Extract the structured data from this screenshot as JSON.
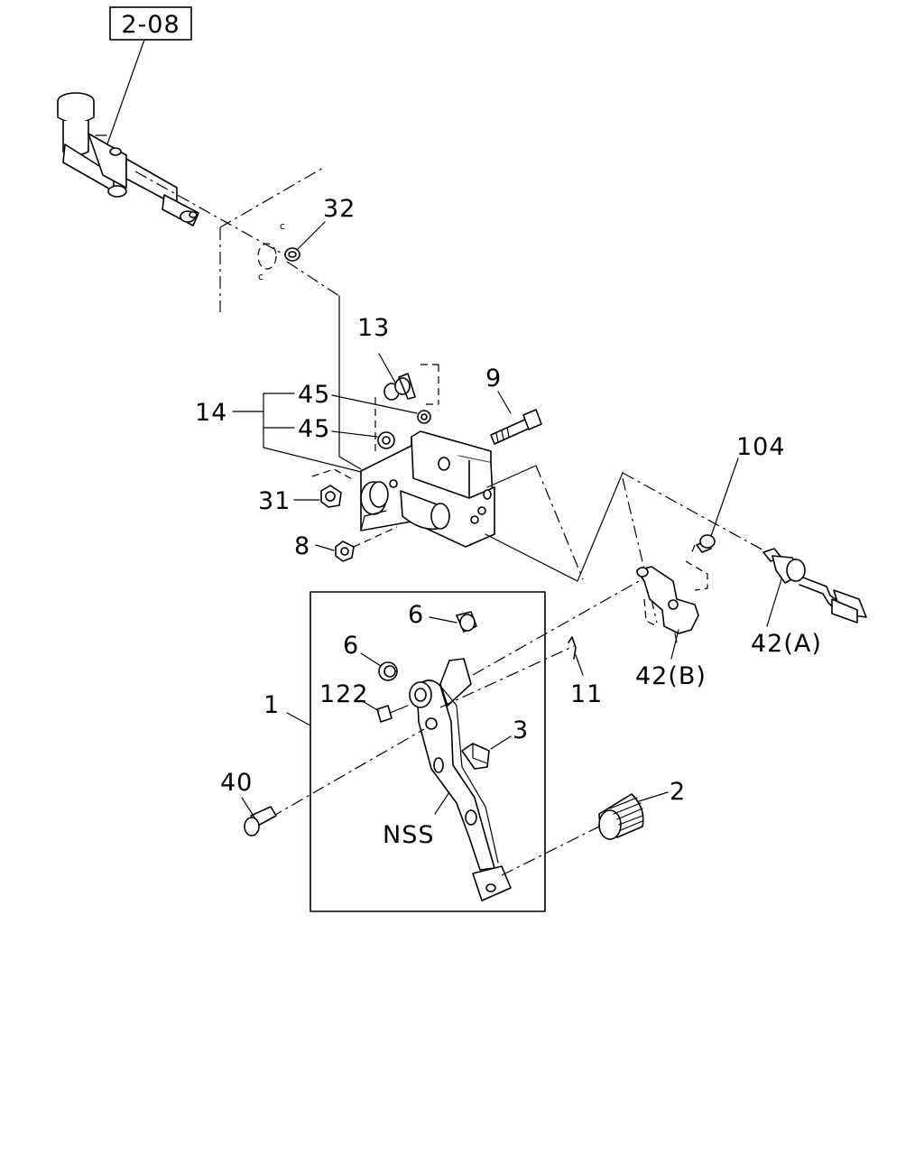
{
  "diagram": {
    "reference_tag": "2-08",
    "callouts": {
      "c32": "32",
      "c13": "13",
      "c14": "14",
      "c45a": "45",
      "c45b": "45",
      "c9": "9",
      "c104": "104",
      "c31": "31",
      "c8": "8",
      "c6a": "6",
      "c6b": "6",
      "c122": "122",
      "c1": "1",
      "c11": "11",
      "c42a": "42(A)",
      "c42b": "42(B)",
      "c3": "3",
      "c2": "2",
      "c40": "40",
      "cnss": "NSS"
    },
    "icons": [
      "clutch-master-cylinder-icon",
      "clutch-pedal-icon",
      "pedal-pad-icon",
      "pedal-bracket-icon",
      "clutch-switch-icon",
      "bolt-icon",
      "nut-icon",
      "bushing-icon",
      "spring-icon"
    ]
  }
}
